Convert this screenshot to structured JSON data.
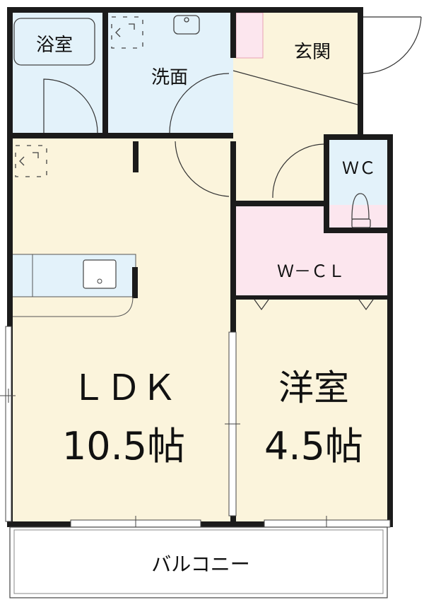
{
  "floorplan": {
    "rooms": {
      "bath": {
        "label": "浴室"
      },
      "washroom": {
        "label": "洗面"
      },
      "entrance": {
        "label": "玄関"
      },
      "toilet": {
        "label": "ＷＣ"
      },
      "closet": {
        "label": "Ｗ－ＣＬ"
      },
      "ldk": {
        "label": "ＬＤＫ",
        "size": "10.5帖"
      },
      "western_room": {
        "label": "洋室",
        "size": "4.5帖"
      },
      "balcony": {
        "label": "バルコニー"
      }
    },
    "colors": {
      "floor_cream": "#fbf4dc",
      "wet_blue": "#e3f2fa",
      "closet_pink": "#fce6ee",
      "wall": "#1b1b1b"
    }
  }
}
